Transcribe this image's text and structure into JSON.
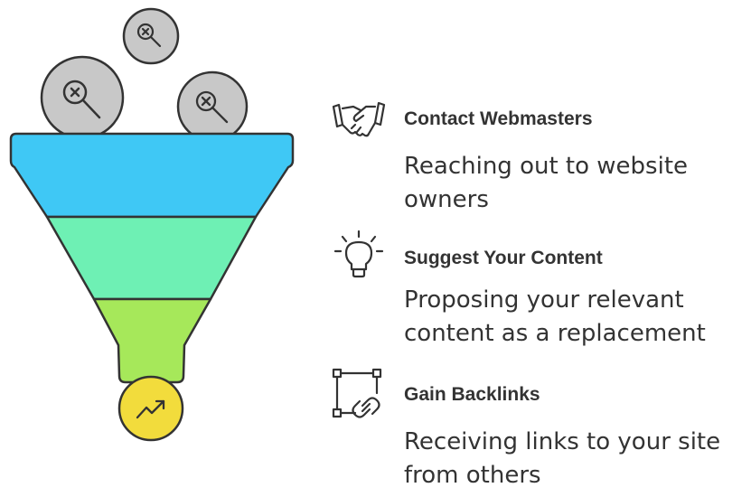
{
  "colors": {
    "outline": "#333333",
    "circle_fill": "#c8c8c8",
    "funnel_top": "#3fc8f5",
    "funnel_middle": "#6ef0b4",
    "funnel_bottom": "#a6e85a",
    "output_circle": "#f2dc3c"
  },
  "funnel": {
    "input_icons": [
      "search-close-icon",
      "search-close-icon",
      "search-close-icon"
    ],
    "output_icon": "trending-up-icon"
  },
  "steps": [
    {
      "icon": "handshake-icon",
      "title": "Contact Webmasters",
      "desc_line1": "Reaching out to website",
      "desc_line2": "owners"
    },
    {
      "icon": "lightbulb-icon",
      "title": "Suggest Your Content",
      "desc_line1": "Proposing your relevant",
      "desc_line2": "content as a replacement"
    },
    {
      "icon": "link-icon",
      "title": "Gain Backlinks",
      "desc_line1": "Receiving links to your site",
      "desc_line2": "from others"
    }
  ]
}
